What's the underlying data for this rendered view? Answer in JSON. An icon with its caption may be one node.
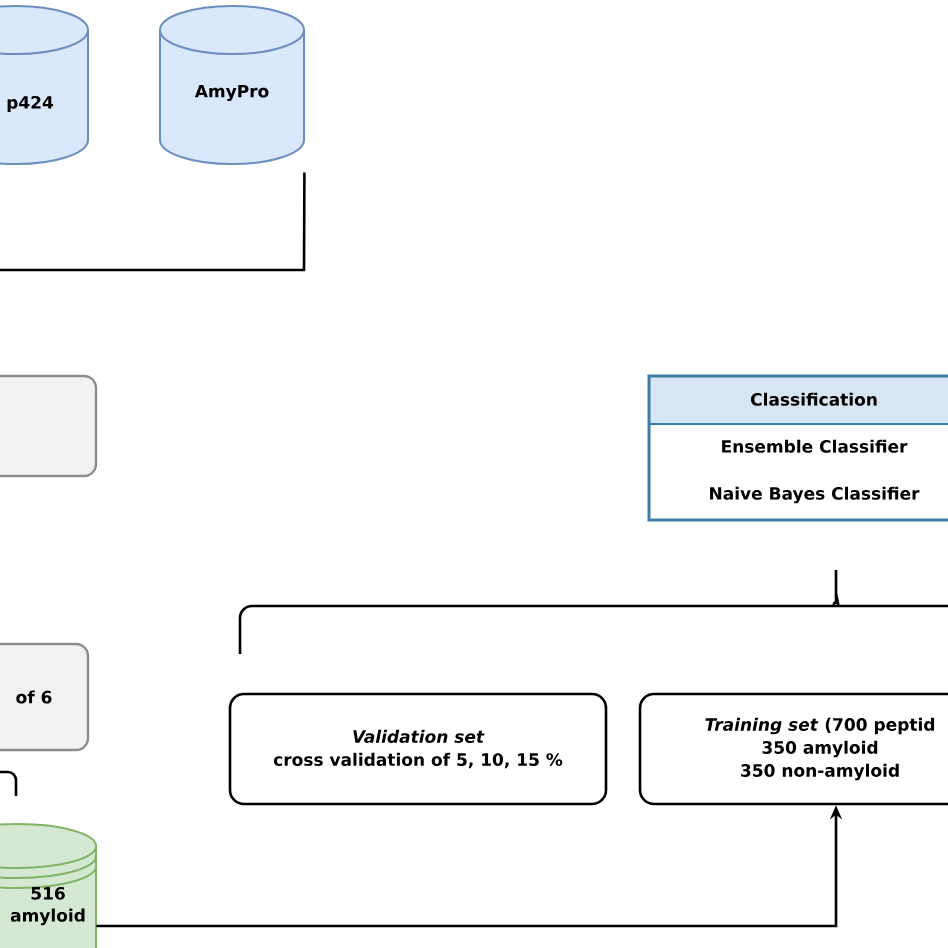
{
  "diagram": {
    "nodes": [
      {
        "text": [
          "p424"
        ]
      },
      {
        "text": [
          "AmyPro"
        ]
      },
      {
        "text": [],
        "shape": "box"
      },
      {
        "text": [
          "Classification",
          "Ensemble Classifier",
          "Naive Bayes Classifier"
        ]
      },
      {
        "text": [
          "of 6"
        ]
      },
      {
        "text": [
          "Validation set",
          "cross validation of 5, 10, 15 %"
        ]
      },
      {
        "text": [
          "*Training set* (700 peptid",
          "350 amyloid",
          "350 non-amyloid"
        ]
      },
      {
        "text": [
          "516 amyloid"
        ]
      }
    ],
    "edges": [
      {
        "from": 1,
        "to": null,
        "arrow": "none"
      },
      {
        "from": 7,
        "to": 6,
        "arrow": "to"
      }
    ]
  }
}
